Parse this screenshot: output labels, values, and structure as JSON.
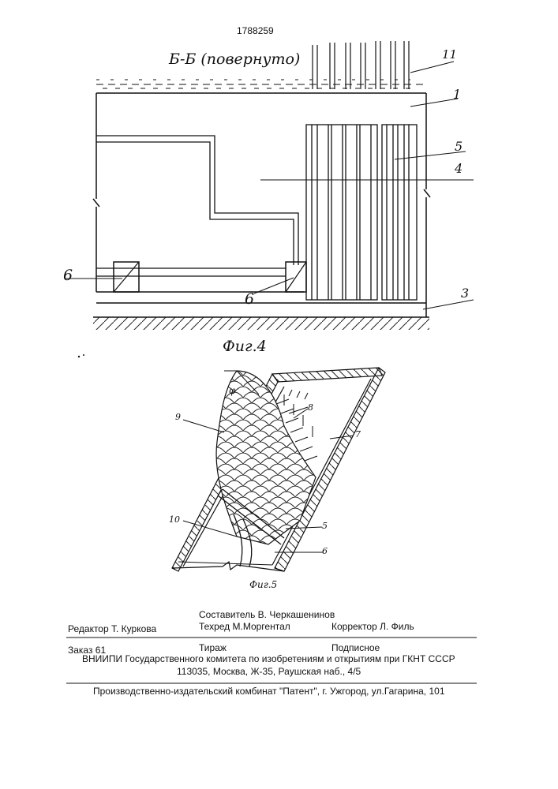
{
  "patent_number": "1788259",
  "fig4": {
    "section_label": "Б-Б (повернуто)",
    "caption": "Фиг.4",
    "labels": {
      "l1": "1",
      "l3": "3",
      "l4": "4",
      "l5": "5",
      "l6a": "6",
      "l6b": "6",
      "l11": "11"
    }
  },
  "fig5": {
    "caption": "Фиг.5",
    "labels": {
      "l5": "5",
      "l6": "6",
      "l7": "7",
      "l8": "8",
      "l9": "9",
      "l10": "10",
      "phi": "φ"
    }
  },
  "colophon": {
    "compiler": "Составитель В. Черкашенинов",
    "editor": "Редактор  Т. Куркова",
    "techred": "Техред М.Моргентал",
    "corrector": "Корректор Л. Филь",
    "order": "Заказ  61",
    "circulation": "Тираж",
    "subscription": "Подписное",
    "institute": "ВНИИПИ Государственного комитета по изобретениям и открытиям при ГКНТ СССР",
    "address": "113035, Москва, Ж-35, Раушская наб., 4/5",
    "publisher": "Производственно-издательский комбинат \"Патент\", г. Ужгород, ул.Гагарина, 101"
  }
}
